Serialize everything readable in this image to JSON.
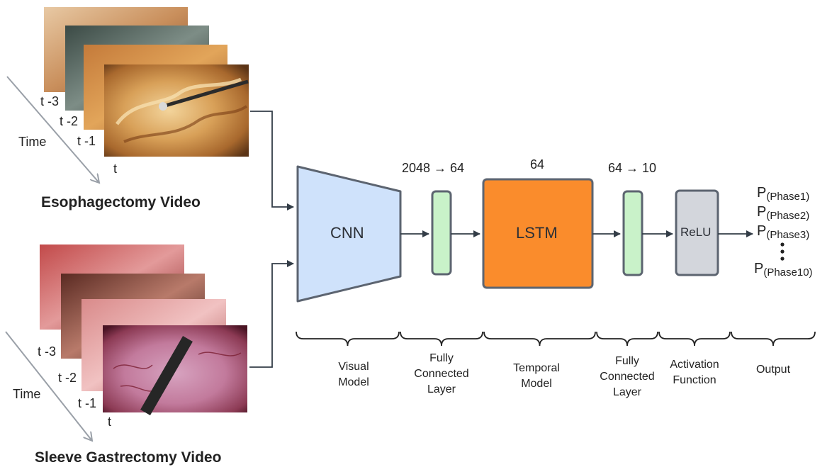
{
  "colors": {
    "cnn": "#cfe2fb",
    "fc": "#c9f2c9",
    "lstm": "#fa8c2c",
    "relu": "#d3d6dc",
    "stroke": "#5c6470",
    "line": "#333d47"
  },
  "esophagectomy": {
    "caption": "Esophagectomy Video",
    "time_label": "Time",
    "frame_labels": [
      "t -3",
      "t -2",
      "t -1",
      "t"
    ]
  },
  "sleeve": {
    "caption": "Sleeve Gastrectomy Video",
    "time_label": "Time",
    "frame_labels": [
      "t -3",
      "t -2",
      "t -1",
      "t"
    ]
  },
  "blocks": {
    "cnn": "CNN",
    "lstm": "LSTM",
    "relu": "ReLU"
  },
  "dims": {
    "fc1": "2048 → 64",
    "lstm": "64",
    "fc2": "64 → 10"
  },
  "outputs": {
    "p": "P",
    "phases": [
      "(Phase1)",
      "(Phase2)",
      "(Phase3)",
      "(Phase10)"
    ]
  },
  "legend": {
    "visual_model": [
      "Visual",
      "Model"
    ],
    "fc1": [
      "Fully",
      "Connected",
      "Layer"
    ],
    "temporal_model": [
      "Temporal",
      "Model"
    ],
    "fc2": [
      "Fully",
      "Connected",
      "Layer"
    ],
    "activation": [
      "Activation",
      "Function"
    ],
    "output": [
      "Output"
    ]
  }
}
